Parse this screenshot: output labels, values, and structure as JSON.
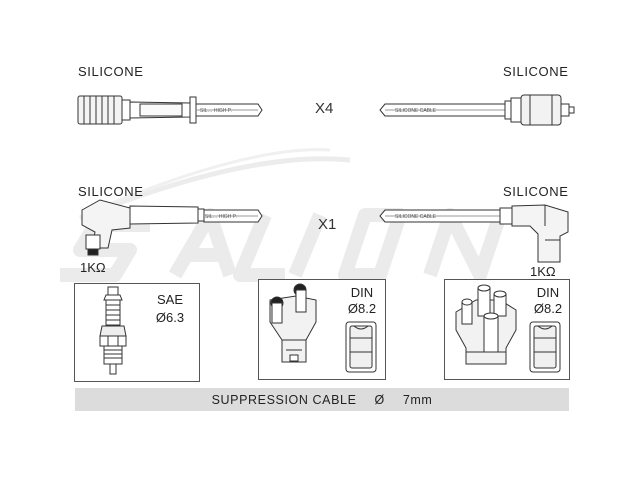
{
  "labels": {
    "top_left": "SILICONE",
    "top_right": "SILICONE",
    "mid_left": "SILICONE",
    "mid_right": "SILICONE"
  },
  "multipliers": {
    "straight": "X4",
    "angled": "X1"
  },
  "resistors": {
    "left": "1KΩ",
    "right": "1KΩ"
  },
  "cable_print_text": "SILICONE CABLE",
  "watermark": "SALION",
  "boxes": {
    "sae": {
      "name": "SAE",
      "size": "Ø6.3"
    },
    "din_left": {
      "name": "DIN",
      "size": "Ø8.2"
    },
    "din_right": {
      "name": "DIN",
      "size": "Ø8.2"
    }
  },
  "footer": {
    "text": "SUPPRESSION CABLE",
    "symbol": "Ø",
    "value": "7mm",
    "bar_color": "#dcdcdc"
  }
}
